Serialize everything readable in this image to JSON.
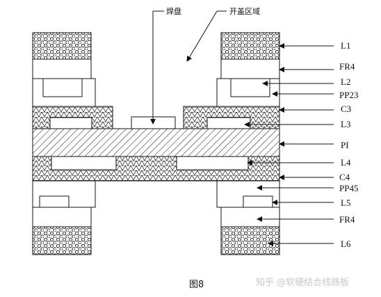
{
  "annotations": {
    "pad": "焊盘",
    "opening_region": "开盖区域"
  },
  "layer_labels": [
    "L1",
    "FR4",
    "L2",
    "PP23",
    "C3",
    "L3",
    "PI",
    "L4",
    "C4",
    "PP45",
    "L5",
    "FR4",
    "L6"
  ],
  "figure_caption": "图8",
  "watermark": "知乎 @软硬结合线路板",
  "colors": {
    "stroke": "#111111",
    "background": "#ffffff",
    "watermark": "#c9c9c9"
  }
}
